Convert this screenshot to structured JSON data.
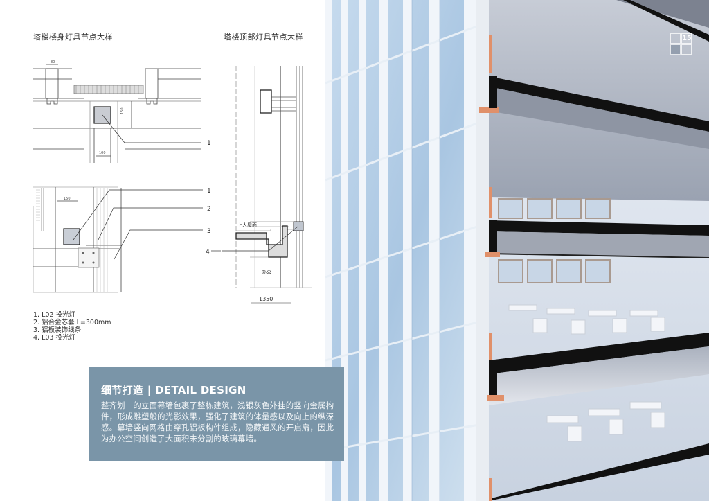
{
  "page": {
    "page_number": "15",
    "accent_panel_color": "#7a95a8"
  },
  "drawings": {
    "left": {
      "title": "塔楼楼身灯具节点大样",
      "dimensions": {
        "top_width": "80",
        "light_depth": "150",
        "light_width": "100",
        "side_dim": "150"
      },
      "callouts": [
        "1",
        "1",
        "2",
        "3"
      ]
    },
    "right": {
      "title": "塔楼顶部灯具节点大样",
      "labels": {
        "roof": "上人屋面",
        "office": "办公",
        "span": "1350"
      },
      "callouts": [
        "4"
      ]
    }
  },
  "legend": {
    "items": [
      "1. L02 投光灯",
      "2. 铝合金芯套 L=300mm",
      "3. 铝板装饰线条",
      "4. L03 投光灯"
    ]
  },
  "panel": {
    "title": "细节打造 | DETAIL DESIGN",
    "body": "整齐划一的立面幕墙包裹了整栋建筑，浅银灰色外挂的竖向金属构件，形成雕塑般的光影效果，强化了建筑的体量感以及向上的纵深感。幕墙竖向网格由穿孔铝板构件组成，隐藏通风的开启扇，因此为办公空间创造了大面积未分割的玻璃幕墙。"
  },
  "image": {
    "description": "facade-section-rendering"
  }
}
